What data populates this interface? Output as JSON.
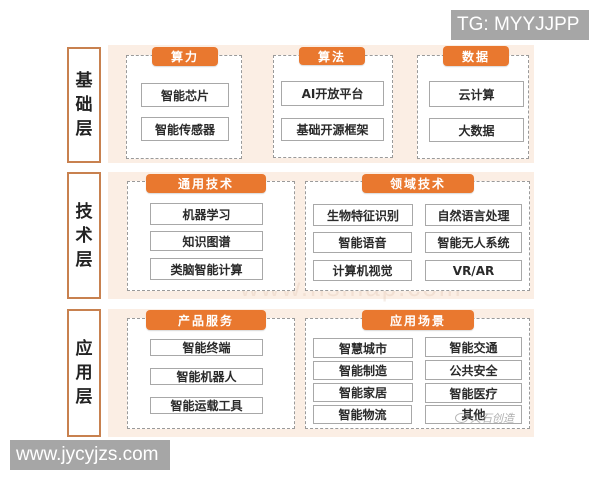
{
  "banners": {
    "top_right": "TG: MYYJJPP",
    "bottom_left": "www.jycyjzs.com"
  },
  "watermarks": {
    "corner": "火石创造",
    "background": "www.hsmap.com"
  },
  "colors": {
    "header_orange": "#e9782f",
    "layer_border": "#c8814f",
    "panel_bg": "#fbeee4",
    "item_border": "#a8a8a8",
    "banner_grey": "#a6a6a6"
  },
  "layers": {
    "foundation": {
      "label": [
        "基",
        "础",
        "层"
      ],
      "groups": {
        "compute": {
          "title": "算力",
          "items": [
            "智能芯片",
            "智能传感器"
          ]
        },
        "algorithm": {
          "title": "算法",
          "items": [
            "AI开放平台",
            "基础开源框架"
          ]
        },
        "data": {
          "title": "数据",
          "items": [
            "云计算",
            "大数据"
          ]
        }
      }
    },
    "technology": {
      "label": [
        "技",
        "术",
        "层"
      ],
      "groups": {
        "general": {
          "title": "通用技术",
          "items": [
            "机器学习",
            "知识图谱",
            "类脑智能计算"
          ]
        },
        "domain": {
          "title": "领域技术",
          "items": [
            "生物特征识别",
            "自然语言处理",
            "智能语音",
            "智能无人系统",
            "计算机视觉",
            "VR/AR"
          ]
        }
      }
    },
    "application": {
      "label": [
        "应",
        "用",
        "层"
      ],
      "groups": {
        "products": {
          "title": "产品服务",
          "items": [
            "智能终端",
            "智能机器人",
            "智能运载工具"
          ]
        },
        "scenarios": {
          "title": "应用场景",
          "items": [
            "智慧城市",
            "智能交通",
            "智能制造",
            "公共安全",
            "智能家居",
            "智能医疗",
            "智能物流",
            "其他"
          ]
        }
      }
    }
  }
}
